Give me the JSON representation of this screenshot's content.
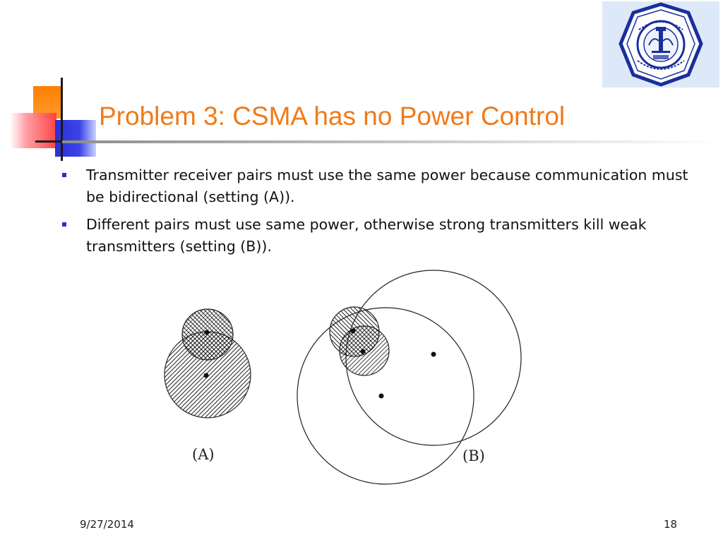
{
  "slide": {
    "title": "Problem 3: CSMA has no Power Control",
    "bullets": [
      "Transmitter receiver pairs must use the same power because communication must be bidirectional (setting (A)).",
      "Different pairs must use same power, otherwise strong transmitters kill weak transmitters (setting (B))."
    ],
    "figure": {
      "label_a": "(A)",
      "label_b": "(B)"
    },
    "footer": {
      "date": "9/27/2014",
      "page": "18"
    }
  },
  "colors": {
    "title": "#f07a1a",
    "bullet_marker": "#2b2bd0",
    "logo_background": "#dde9f8",
    "logo_ring": "#1a2f9c"
  },
  "icons": {
    "logo": "university-seal-icon",
    "bullet": "square-bullet-icon"
  }
}
